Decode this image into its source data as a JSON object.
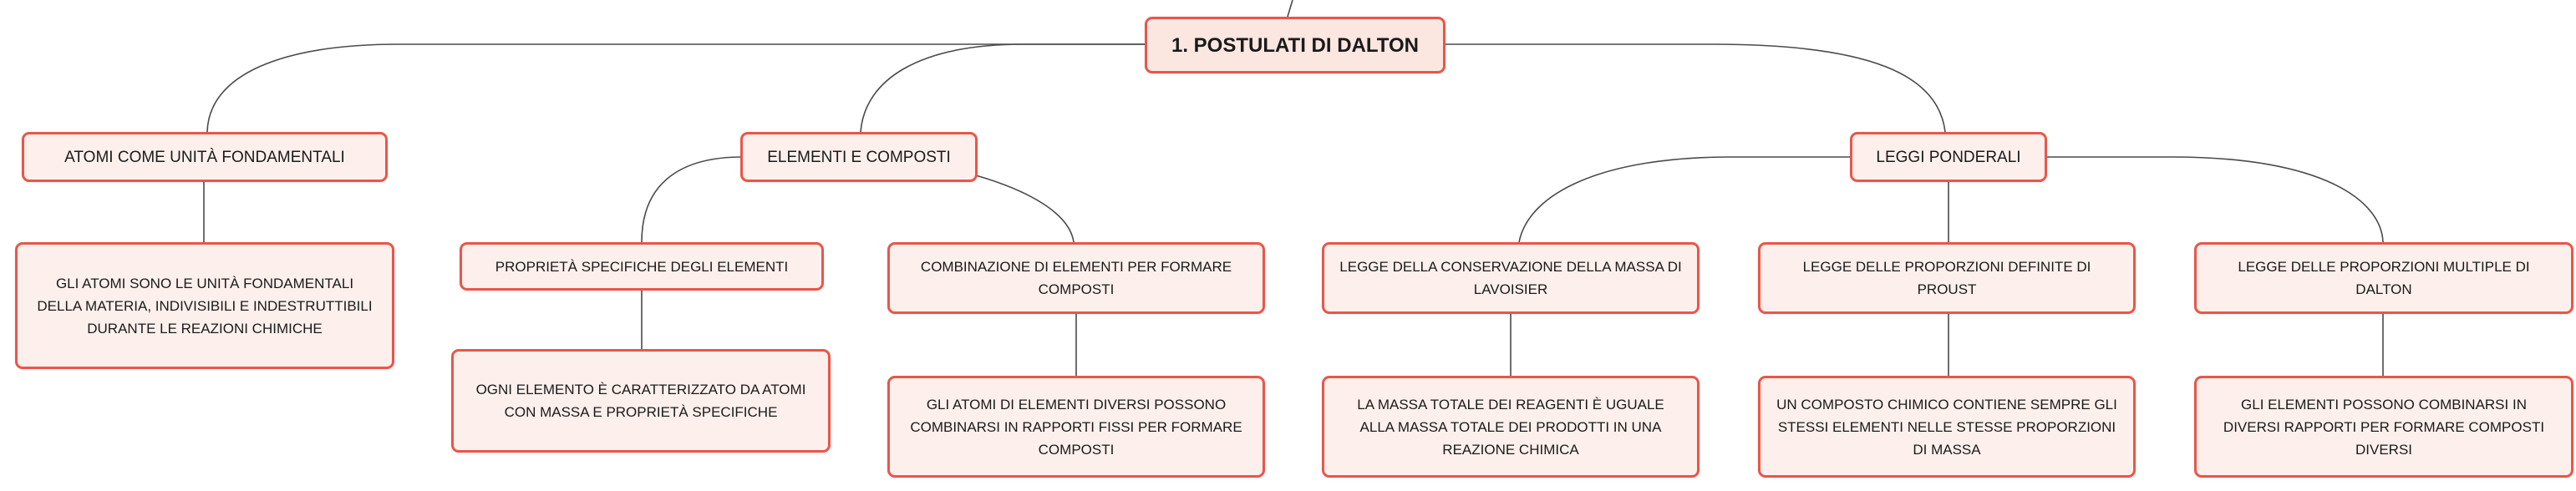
{
  "colors": {
    "node_border": "#e9564a",
    "node_fill": "#fdf0ec",
    "root_fill": "#fbe6e0",
    "connector": "#4a4a4a"
  },
  "root": {
    "label": "1. POSTULATI DI DALTON"
  },
  "branches": {
    "atomi": {
      "label": "ATOMI COME UNITÀ FONDAMENTALI",
      "detail": "GLI ATOMI SONO LE UNITÀ FONDAMENTALI DELLA MATERIA, INDIVISIBILI E INDESTRUTTIBILI DURANTE LE REAZIONI CHIMICHE"
    },
    "elementi": {
      "label": "ELEMENTI E COMPOSTI",
      "proprieta": {
        "label": "PROPRIETÀ SPECIFICHE DEGLI ELEMENTI",
        "detail": "OGNI ELEMENTO È CARATTERIZZATO DA ATOMI CON MASSA E PROPRIETÀ SPECIFICHE"
      },
      "combinazione": {
        "label": "COMBINAZIONE DI ELEMENTI PER FORMARE COMPOSTI",
        "detail": "GLI ATOMI DI ELEMENTI DIVERSI POSSONO COMBINARSI IN RAPPORTI FISSI PER FORMARE COMPOSTI"
      }
    },
    "leggi": {
      "label": "LEGGI PONDERALI",
      "lavoisier": {
        "label": "LEGGE DELLA CONSERVAZIONE DELLA MASSA DI LAVOISIER",
        "detail": "LA MASSA TOTALE DEI REAGENTI È UGUALE ALLA MASSA TOTALE DEI PRODOTTI IN UNA REAZIONE CHIMICA"
      },
      "proust": {
        "label": "LEGGE DELLE PROPORZIONI DEFINITE DI PROUST",
        "detail": "UN COMPOSTO CHIMICO CONTIENE SEMPRE GLI STESSI ELEMENTI NELLE STESSE PROPORZIONI DI MASSA"
      },
      "dalton": {
        "label": "LEGGE DELLE PROPORZIONI MULTIPLE DI DALTON",
        "detail": "GLI ELEMENTI POSSONO COMBINARSI IN DIVERSI RAPPORTI PER FORMARE COMPOSTI DIVERSI"
      }
    }
  }
}
